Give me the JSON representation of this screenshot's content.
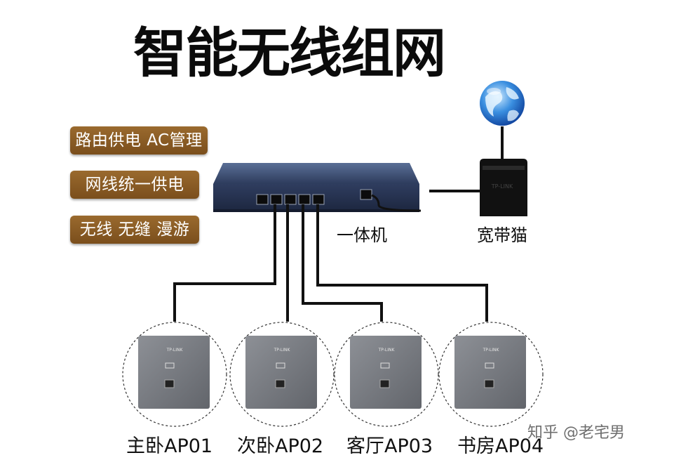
{
  "title": "智能无线组网",
  "features": [
    "路由供电 AC管理",
    "网线统一供电",
    "无线 无缝 漫游"
  ],
  "devices": {
    "router_label": "一体机",
    "modem_label": "宽带猫"
  },
  "access_points": [
    {
      "label": "主卧AP01"
    },
    {
      "label": "次卧AP02"
    },
    {
      "label": "客厅AP03"
    },
    {
      "label": "书房AP04"
    }
  ],
  "panel_brand": "TP-LINK",
  "watermark": "知乎 @老宅男"
}
